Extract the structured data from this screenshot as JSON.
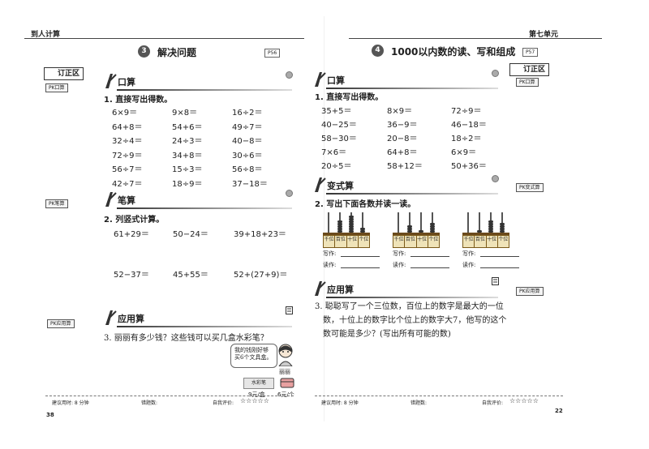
{
  "left": {
    "header": {
      "brand": "到人计算",
      "page_number": "38"
    },
    "lesson": {
      "number": "3",
      "title": "解决问题",
      "ref": "P56"
    },
    "fix_area": {
      "label": "订正区",
      "tag": "PK口算"
    },
    "oral": {
      "section": "口算",
      "question": "1. 直接写出得数。",
      "rows": [
        [
          "6×9＝",
          "9×8＝",
          "16÷2＝"
        ],
        [
          "64+8＝",
          "54+6＝",
          "49÷7＝"
        ],
        [
          "32÷4＝",
          "24÷3＝",
          "40−8＝"
        ],
        [
          "72÷9＝",
          "34+8＝",
          "30÷6＝"
        ],
        [
          "56÷7＝",
          "15÷3＝",
          "56÷8＝"
        ],
        [
          "42÷7＝",
          "18÷9＝",
          "37−18＝"
        ]
      ]
    },
    "written": {
      "section": "笔算",
      "tag": "PK笔算",
      "question": "2. 列竖式计算。",
      "rows": [
        [
          "61+29＝",
          "50−24＝",
          "39+18+23＝"
        ],
        [
          "52−37＝",
          "45+55＝",
          "52+(27+9)＝"
        ]
      ]
    },
    "applied": {
      "section": "应用算",
      "tag": "PK应用算",
      "question": "3. 丽丽有多少钱？这些钱可以买几盒水彩笔？",
      "speech": "我的钱刚好够买6个文具盒。",
      "person": "丽丽",
      "item1_label": "水彩笔",
      "item1_price": "9元/盒",
      "item2_price": "6元/个"
    },
    "footer": {
      "time": "建议用时: 8 分钟",
      "errors": "错题数:",
      "self_eval": "自我评价:",
      "stars": "☆☆☆☆☆"
    }
  },
  "right": {
    "header": {
      "chapter": "第七单元",
      "page_number": "22"
    },
    "lesson": {
      "number": "4",
      "title": "1000以内数的读、写和组成",
      "ref": "P57"
    },
    "fix_area": {
      "label": "订正区",
      "tag": "PK口算"
    },
    "oral": {
      "section": "口算",
      "question": "1. 直接写出得数。",
      "rows": [
        [
          "35+5＝",
          "8×9＝",
          "72÷9＝"
        ],
        [
          "40−25＝",
          "36−9＝",
          "46−18＝"
        ],
        [
          "58−30＝",
          "20−8＝",
          "18÷2＝"
        ],
        [
          "7×6＝",
          "64+8＝",
          "6×9＝"
        ],
        [
          "20÷5＝",
          "58+12＝",
          "50+36＝"
        ]
      ]
    },
    "variant": {
      "section": "变式算",
      "tag": "PK变式算",
      "question": "2. 写出下面各数并读一读。",
      "place_labels": [
        "千位",
        "百位",
        "十位",
        "个位"
      ],
      "write_label": "写作:",
      "read_label": "读作:",
      "abacus_counts": [
        [
          0,
          5,
          7,
          2
        ],
        [
          0,
          3,
          1,
          4
        ],
        [
          0,
          1,
          5,
          4
        ]
      ]
    },
    "applied": {
      "section": "应用算",
      "tag": "PK应用算",
      "question_lines": [
        "3. 聪聪写了一个三位数，百位上的数字是最大的一位",
        "数，十位上的数字比个位上的数字大7，他写的这个",
        "数可能是多少？(写出所有可能的数)"
      ]
    },
    "footer": {
      "time": "建议用时: 8 分钟",
      "errors": "错题数:",
      "self_eval": "自我评价:",
      "stars": "☆☆☆☆☆"
    }
  },
  "colors": {
    "ink": "#1e1e1e",
    "frame": "#7a5a1a",
    "badge": "#555555"
  }
}
